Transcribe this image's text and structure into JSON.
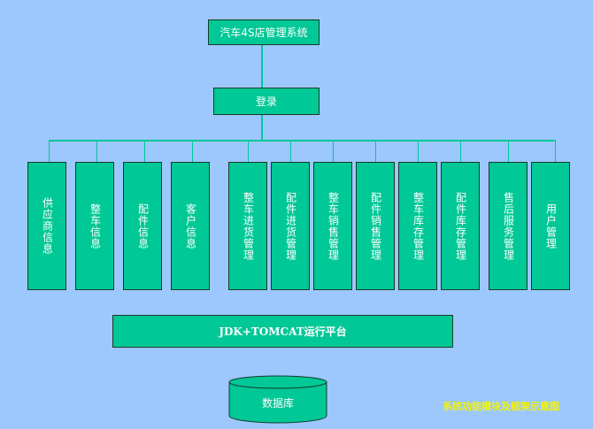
{
  "system_title": "汽车4S店管理系统",
  "login": "登录",
  "modules": [
    {
      "label": "供应商信息"
    },
    {
      "label": "整车信息"
    },
    {
      "label": "配件信息"
    },
    {
      "label": "客户信息"
    },
    {
      "label": "整车进货管理"
    },
    {
      "label": "配件进货管理"
    },
    {
      "label": "整车销售管理"
    },
    {
      "label": "配件销售管理"
    },
    {
      "label": "整车库存管理"
    },
    {
      "label": "配件库存管理"
    },
    {
      "label": "售后服务管理"
    },
    {
      "label": "用户管理"
    }
  ],
  "platform": "JDK+TOMCAT运行平台",
  "database": "数据库",
  "caption": "系统功能模块及框架示意图",
  "colors": {
    "background": "#9cc8fe",
    "box_fill": "#00c896",
    "connector": "#00c896",
    "caption": "#f3f300"
  }
}
